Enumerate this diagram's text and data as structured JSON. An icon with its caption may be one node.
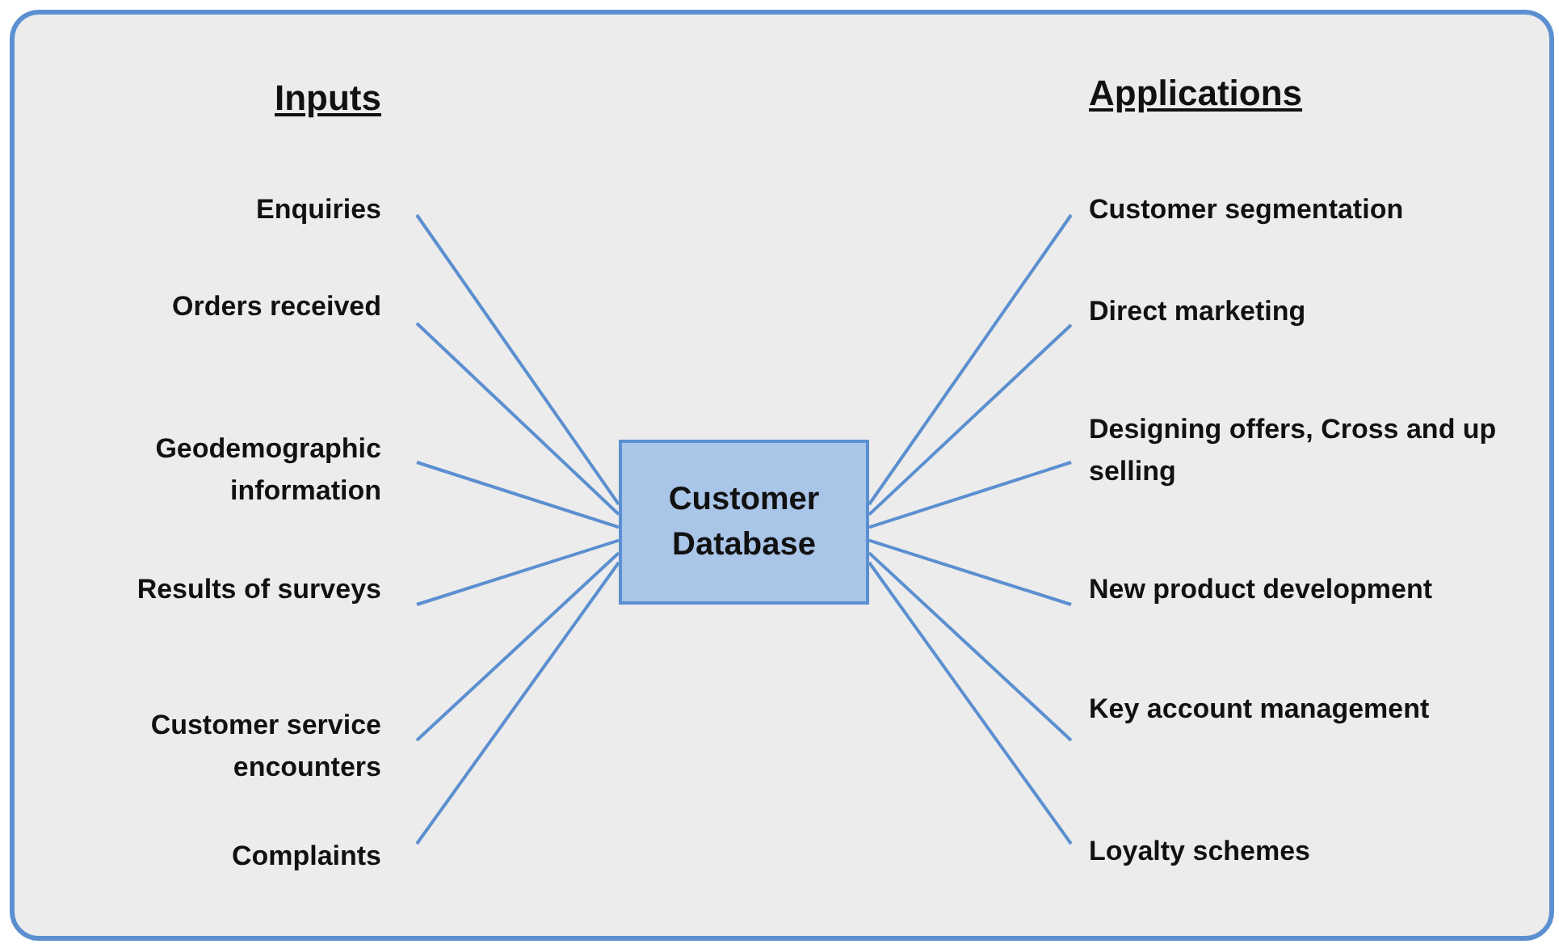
{
  "diagram": {
    "nodes": [
      {
        "text": [
          "Customer Database"
        ]
      },
      {
        "text": [
          "Enquiries"
        ]
      },
      {
        "text": [
          "Orders received"
        ]
      },
      {
        "text": [
          "Geodemographic information"
        ]
      },
      {
        "text": [
          "Results of surveys"
        ]
      },
      {
        "text": [
          "Customer service encounters"
        ]
      },
      {
        "text": [
          "Complaints"
        ]
      },
      {
        "text": [
          "Customer segmentation"
        ]
      },
      {
        "text": [
          "Direct marketing"
        ]
      },
      {
        "text": [
          "Designing offers, Cross and up selling"
        ]
      },
      {
        "text": [
          "New product development"
        ]
      },
      {
        "text": [
          "Key account management"
        ]
      },
      {
        "text": [
          "Loyalty schemes"
        ]
      }
    ],
    "edges": [
      {
        "from": 1,
        "to": 0,
        "arrow": "none"
      },
      {
        "from": 2,
        "to": 0,
        "arrow": "none"
      },
      {
        "from": 3,
        "to": 0,
        "arrow": "none"
      },
      {
        "from": 4,
        "to": 0,
        "arrow": "none"
      },
      {
        "from": 5,
        "to": 0,
        "arrow": "none"
      },
      {
        "from": 6,
        "to": 0,
        "arrow": "none"
      },
      {
        "from": 0,
        "to": 7,
        "arrow": "none"
      },
      {
        "from": 0,
        "to": 8,
        "arrow": "none"
      },
      {
        "from": 0,
        "to": 9,
        "arrow": "none"
      },
      {
        "from": 0,
        "to": 10,
        "arrow": "none"
      },
      {
        "from": 0,
        "to": 11,
        "arrow": "none"
      },
      {
        "from": 0,
        "to": 12,
        "arrow": "none"
      }
    ],
    "labels": [
      "Inputs",
      "Applications"
    ]
  }
}
